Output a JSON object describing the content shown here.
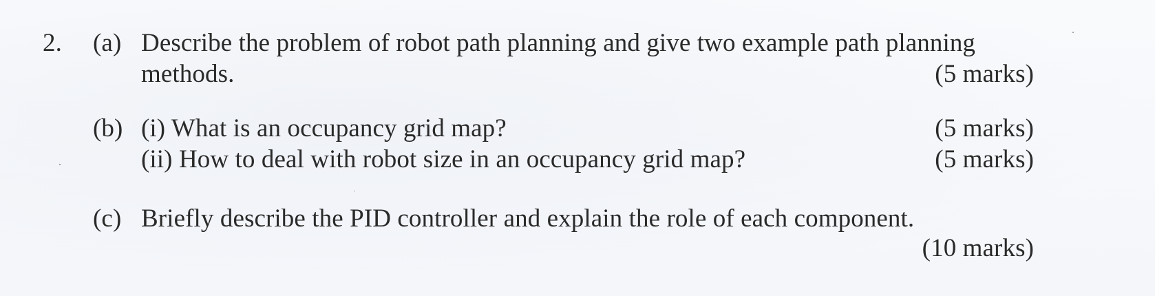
{
  "question": {
    "number": "2.",
    "parts": [
      {
        "label": "(a)",
        "lines": [
          "Describe the problem of robot path planning and give two example path planning",
          "methods."
        ],
        "marks": "(5 marks)"
      },
      {
        "label": "(b)",
        "subparts": [
          {
            "text": "(i) What is an occupancy grid map?",
            "marks": "(5 marks)"
          },
          {
            "text": "(ii) How to deal with robot size in an occupancy grid map?",
            "marks": "(5 marks)"
          }
        ]
      },
      {
        "label": "(c)",
        "lines": [
          "Briefly describe the PID controller and explain the role of each component."
        ],
        "marks": "(10 marks)"
      }
    ]
  }
}
